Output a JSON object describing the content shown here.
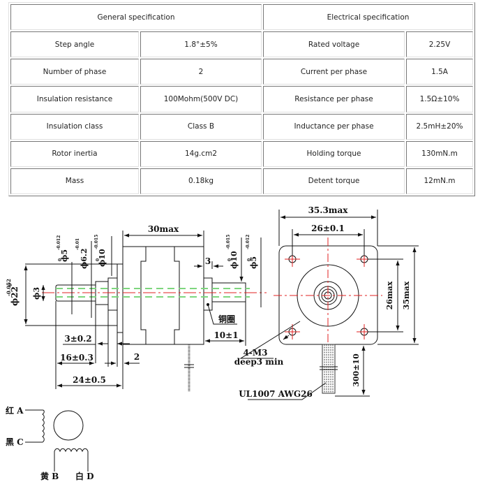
{
  "table": {
    "headers": {
      "general": "General specification",
      "electrical": "Electrical specification"
    },
    "rows": [
      {
        "g_label": "Step angle",
        "g_value": "1.8°±5%",
        "e_label": "Rated voltage",
        "e_value": "2.25V"
      },
      {
        "g_label": "Number of phase",
        "g_value": "2",
        "e_label": "Current per phase",
        "e_value": "1.5A"
      },
      {
        "g_label": "Insulation resistance",
        "g_value": "100Mohm(500V DC)",
        "e_label": "Resistance per phase",
        "e_value": "1.5Ω±10%"
      },
      {
        "g_label": "Insulation class",
        "g_value": "Class B",
        "e_label": "Inductance per phase",
        "e_value": "2.5mH±20%"
      },
      {
        "g_label": "Rotor inertia",
        "g_value": "14g.cm2",
        "e_label": "Holding torque",
        "e_value": "130mN.m"
      },
      {
        "g_label": "Mass",
        "g_value": "0.18kg",
        "e_label": "Detent torque",
        "e_value": "12mN.m"
      }
    ]
  },
  "drawing": {
    "side_view": {
      "body_length": "30max",
      "shaft_dia": "ϕ3",
      "flange_dia": "ϕ22",
      "flange_dia_tol": "-0.052",
      "dia_5": "ϕ5",
      "dia_5_tol": "-0.012",
      "dia_6_2": "ϕ6.2",
      "dia_6_2_tol": "-0.01",
      "dia_10": "ϕ10",
      "dia_10_tol": "-0.015",
      "rear_dia_10": "ϕ10",
      "rear_dia_10_tol": "-0.015",
      "rear_dia_5": "ϕ5",
      "rear_dia_5_tol": "-0.012",
      "tol_zero": "0",
      "dim_3_rear": "3",
      "dim_3_front": "3±0.2",
      "dim_16": "16±0.3",
      "dim_24": "24±0.5",
      "dim_2": "2",
      "dim_10": "10±1",
      "copper_ring": "铜圈"
    },
    "front_view": {
      "width": "35.3max",
      "hole_spacing": "26±0.1",
      "inner_height": "26max",
      "outer_height": "35max",
      "screw_note_1": "4-M3",
      "screw_note_2": "deep3 min",
      "lead_length": "300±10",
      "cable": "UL1007 AWG26"
    },
    "wiring": {
      "a": "红 A",
      "c": "黑 C",
      "b": "黄 B",
      "d": "白 D"
    }
  },
  "colors": {
    "centerline": "#e02020",
    "hidden_line": "#7ed67e",
    "line": "#111111"
  }
}
